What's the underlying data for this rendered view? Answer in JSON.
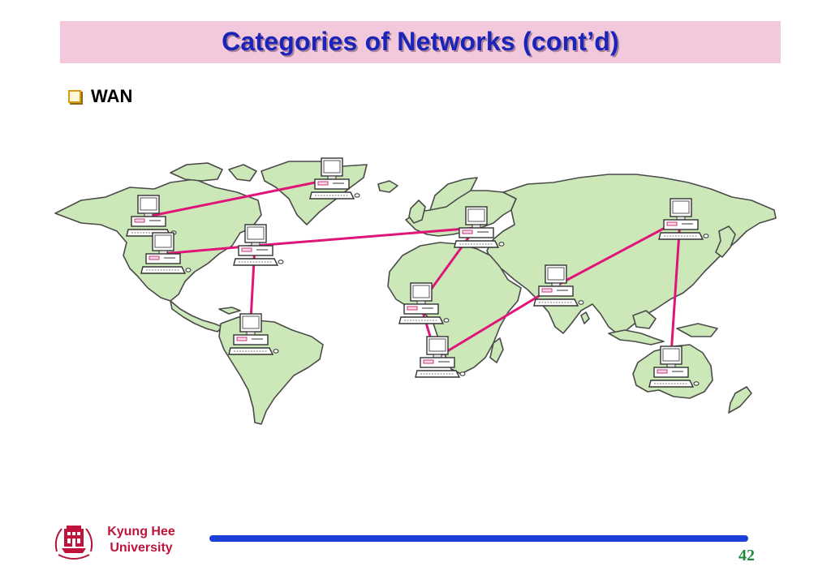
{
  "slide": {
    "title": "Categories of Networks (cont’d)",
    "bullet": "WAN",
    "university": "Kyung Hee\nUniversity",
    "page_number": "42"
  },
  "colors": {
    "title_background": "#f2c9dc",
    "title_text": "#1a24b8",
    "land": "#cce8b8",
    "link": "#e0157a",
    "footer_line": "#1a3fd6",
    "university_text": "#c0133a",
    "page_number": "#1f8a3a"
  },
  "network": {
    "nodes": [
      {
        "id": "greenland"
      },
      {
        "id": "canada-west"
      },
      {
        "id": "usa-west"
      },
      {
        "id": "usa-east"
      },
      {
        "id": "south-america"
      },
      {
        "id": "europe"
      },
      {
        "id": "west-africa"
      },
      {
        "id": "south-africa"
      },
      {
        "id": "india"
      },
      {
        "id": "east-asia"
      },
      {
        "id": "australia"
      }
    ],
    "links": [
      [
        "canada-west",
        "greenland"
      ],
      [
        "usa-west",
        "usa-east"
      ],
      [
        "usa-east",
        "europe"
      ],
      [
        "usa-east",
        "south-america"
      ],
      [
        "europe",
        "west-africa"
      ],
      [
        "west-africa",
        "south-africa"
      ],
      [
        "south-africa",
        "india"
      ],
      [
        "india",
        "east-asia"
      ],
      [
        "east-asia",
        "australia"
      ]
    ]
  }
}
